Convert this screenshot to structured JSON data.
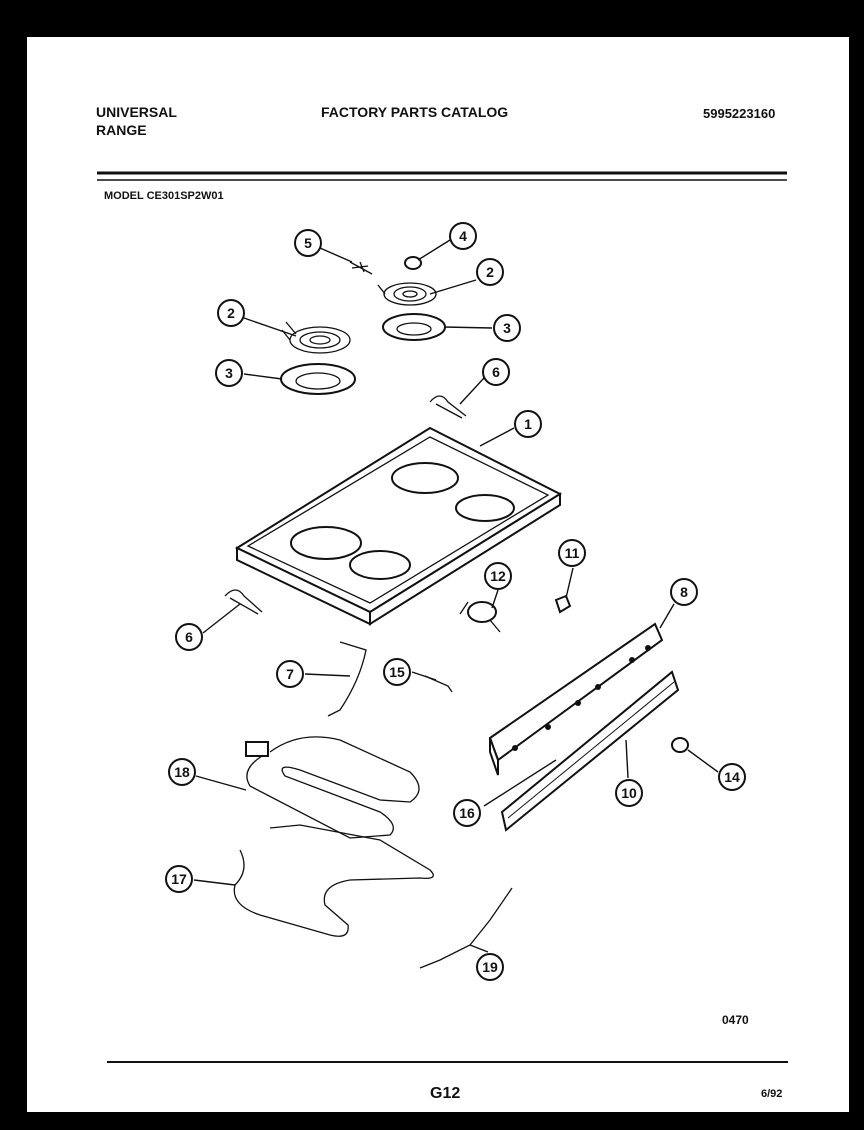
{
  "header": {
    "brand_line1": "UNIVERSAL",
    "brand_line2": "RANGE",
    "catalog_title": "FACTORY PARTS CATALOG",
    "catalog_number": "5995223160"
  },
  "model": "MODEL CE301SP2W01",
  "callouts": [
    "1",
    "2",
    "2",
    "3",
    "3",
    "4",
    "5",
    "6",
    "6",
    "7",
    "8",
    "10",
    "11",
    "12",
    "14",
    "15",
    "16",
    "17",
    "18",
    "19"
  ],
  "diagram_code": "0470",
  "footer": {
    "page_code": "G12",
    "date": "6/92"
  }
}
